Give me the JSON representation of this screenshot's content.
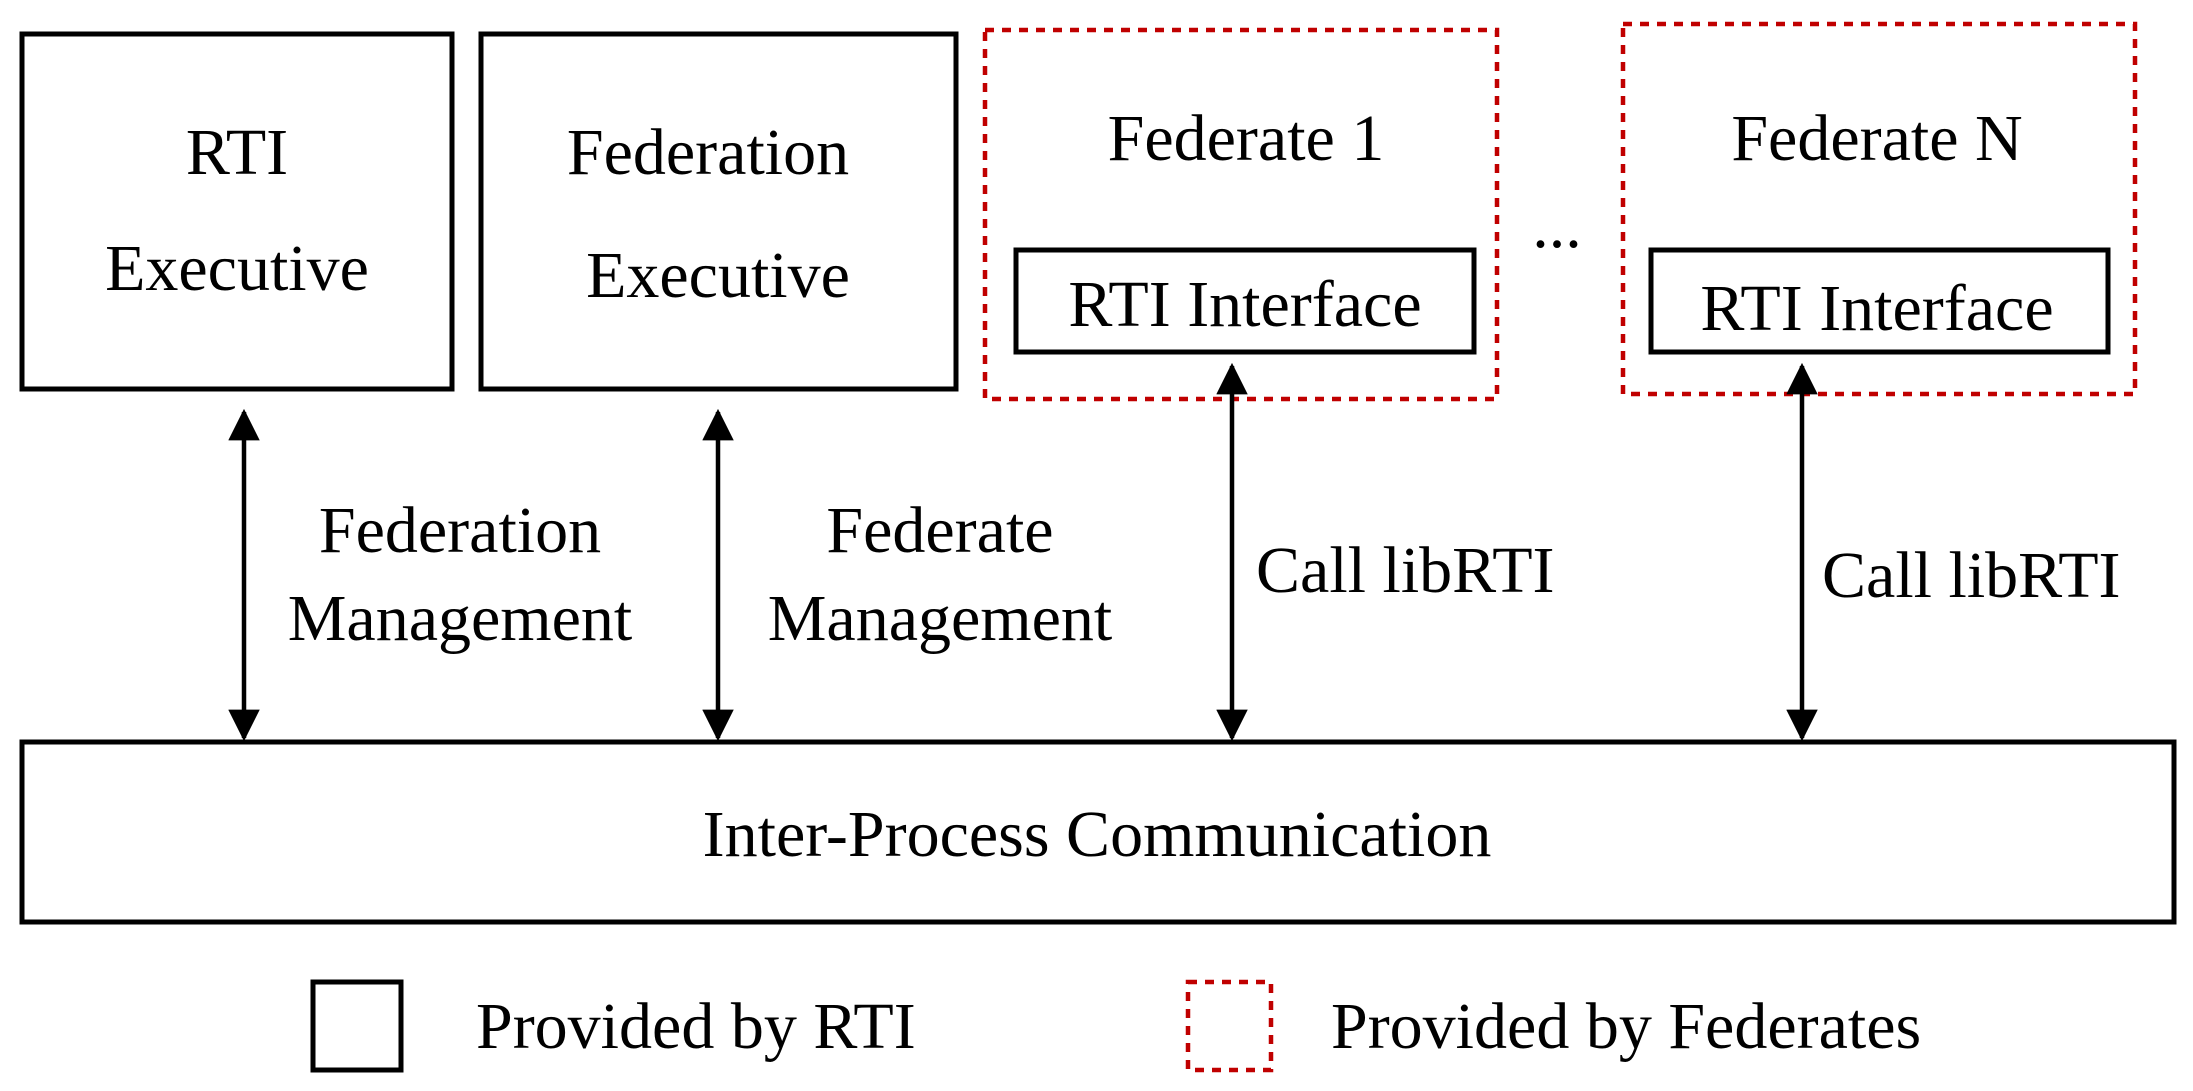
{
  "nodes": {
    "rti_executive": {
      "line1": "RTI",
      "line2": "Executive"
    },
    "federation_executive": {
      "line1": "Federation",
      "line2": "Executive"
    },
    "federate_1": {
      "title": "Federate 1",
      "interface": "RTI Interface"
    },
    "ellipsis": "...",
    "federate_n": {
      "title": "Federate N",
      "interface": "RTI Interface"
    },
    "ipc": {
      "label": "Inter-Process Communication"
    }
  },
  "edges": {
    "federation_management": {
      "line1": "Federation",
      "line2": "Management"
    },
    "federate_management": {
      "line1": "Federate",
      "line2": "Management"
    },
    "call_1": {
      "label": "Call libRTI"
    },
    "call_n": {
      "label": "Call libRTI"
    }
  },
  "legend": {
    "rti": "Provided by RTI",
    "federates": "Provided by Federates"
  },
  "colors": {
    "rti_border": "#000000",
    "federate_border": "#c00000"
  }
}
